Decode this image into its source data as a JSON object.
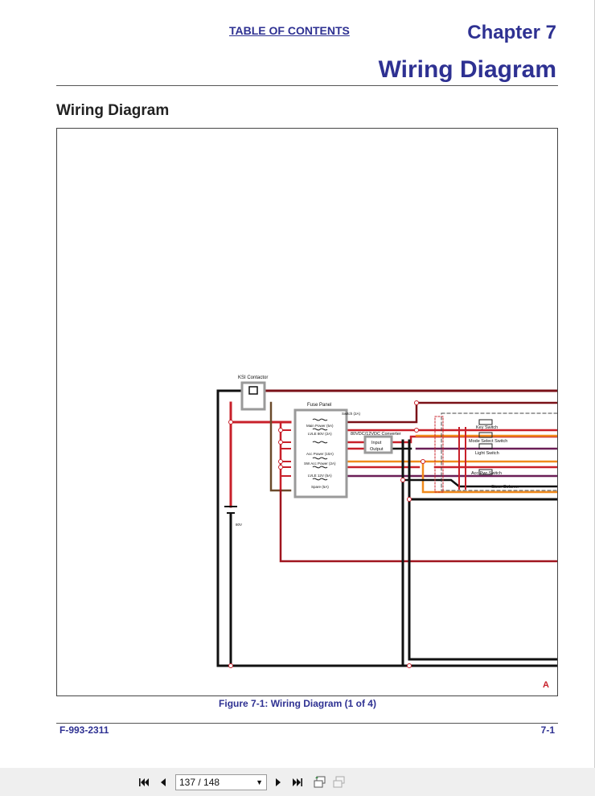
{
  "header": {
    "toc_link": "TABLE OF CONTENTS",
    "chapter": "Chapter 7",
    "chapter_title": "Wiring Diagram"
  },
  "section_title": "Wiring Diagram",
  "diagram": {
    "labels": {
      "ksi_contactor": "KSI Contactor",
      "fuse_panel": "Fuse Panel",
      "switch_2a": "Switch (2A)",
      "main_power": "Main Power (5A)",
      "lvle_80v": "LVLE 80V (2A)",
      "acc_power": "Acc Power (10A)",
      "sw_acc_power": "SW Acc Power (2A)",
      "lvle_12v": "LVLE 12V (5A)",
      "spare": "Spare (5A)",
      "converter": "80VDC/12VDC Converter",
      "input": "Input",
      "output": "Output",
      "key_switch": "Key Switch",
      "mode_select_switch": "Mode Select Switch",
      "light_switch": "Light Switch",
      "acc_pwr_switch": "Acc Pwr Switch",
      "steer_column": "Steer Column",
      "battery": "80V",
      "sheet_letter": "A"
    }
  },
  "caption": "Figure 7-1:  Wiring Diagram (1 of 4)",
  "footer": {
    "doc_number": "F-993-2311",
    "page_number": "7-1"
  },
  "toolbar": {
    "page_display": "137 / 148"
  },
  "colors": {
    "heading_blue": "#2e3192",
    "wire_red": "#c8202a",
    "wire_darkred": "#7a1118",
    "wire_orange": "#f08a1c",
    "wire_purple": "#6b1f57",
    "wire_brown": "#6b4a2b",
    "wire_black": "#111111"
  }
}
